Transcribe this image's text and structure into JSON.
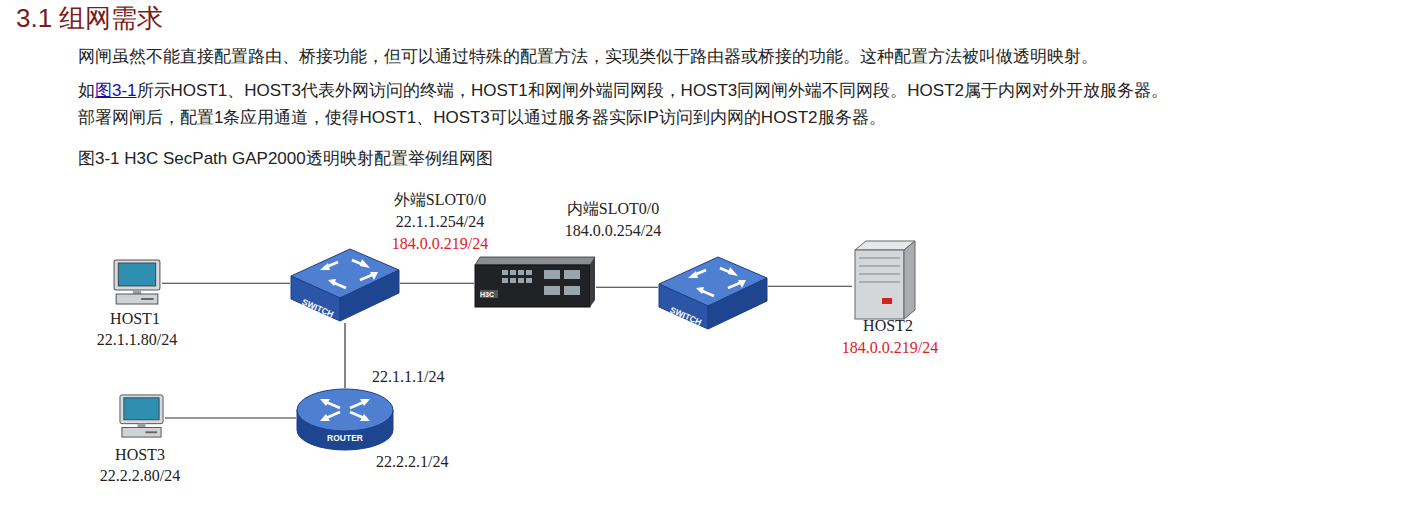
{
  "diagram": {
    "title": "3.1 组网需求",
    "caption": "图3-1 H3C SecPath GAP2000透明映射配置举例组网图",
    "nodes": [
      {
        "text": [
          "HOST1",
          "22.1.1.80/24"
        ]
      },
      {
        "text": [
          "SWITCH"
        ]
      },
      {
        "text": [
          "外端SLOT0/0",
          "22.1.1.254/24",
          "184.0.0.219/24",
          "H3C",
          "内端SLOT0/0",
          "184.0.0.254/24"
        ]
      },
      {
        "text": [
          "SWITCH"
        ]
      },
      {
        "text": [
          "HOST2",
          "184.0.0.219/24"
        ]
      },
      {
        "text": [
          "ROUTER",
          "22.1.1.1/24",
          "22.2.2.1/24"
        ]
      },
      {
        "text": [
          "HOST3",
          "22.2.2.80/24"
        ]
      }
    ],
    "edges": [
      {
        "from": 0,
        "to": 1,
        "arrow": "none"
      },
      {
        "from": 1,
        "to": 2,
        "arrow": "none"
      },
      {
        "from": 2,
        "to": 3,
        "arrow": "none"
      },
      {
        "from": 3,
        "to": 4,
        "arrow": "none"
      },
      {
        "from": 1,
        "to": 5,
        "arrow": "none"
      },
      {
        "from": 5,
        "to": 6,
        "arrow": "none"
      }
    ],
    "labels": [
      "网闸虽然不能直接配置路由、桥接功能，但可以通过特殊的配置方法，实现类似于路由器或桥接的功能。这种配置方法被叫做透明映射。",
      "如",
      "图3-1",
      "所示HOST1、HOST3代表外网访问的终端，HOST1和网闸外端同网段，HOST3同网闸外端不同网段。HOST2属于内网对外开放服务器。",
      "部署网闸后，配置1条应用通道，使得HOST1、HOST3可以通过服务器实际IP访问到内网的HOST2服务器。"
    ]
  }
}
